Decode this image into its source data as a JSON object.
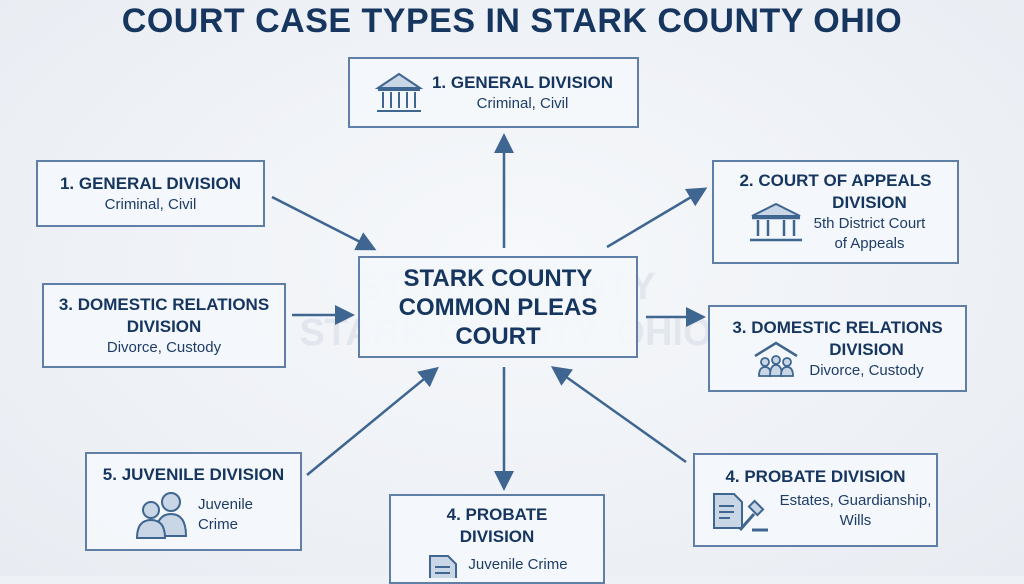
{
  "title": "COURT CASE TYPES IN STARK COUNTY OHIO",
  "watermark": [
    "STARK COUNTY",
    "STARK COUNTY, OHIO"
  ],
  "center": {
    "lines": [
      "STARK COUNTY",
      "COMMON PLEAS",
      "COURT"
    ]
  },
  "boxes": {
    "top": {
      "title": "1. GENERAL DIVISION",
      "sub": "Criminal, Civil",
      "icon": "courthouse-icon"
    },
    "left1": {
      "title": "1. GENERAL DIVISION",
      "sub": "Criminal, Civil"
    },
    "left2": {
      "title1": "3. DOMESTIC RELATIONS",
      "title2": "DIVISION",
      "sub": "Divorce, Custody"
    },
    "left3": {
      "title": "5. JUVENILE DIVISION",
      "sub1": "Juvenile",
      "sub2": "Crime",
      "icon": "people-icon"
    },
    "bottom": {
      "title1": "4. PROBATE",
      "title2": "DIVISION",
      "sub": "Juvenile Crime",
      "icon": "document-icon"
    },
    "right1": {
      "title1": "2. COURT OF APPEALS",
      "title2": "DIVISION",
      "sub1": "5th District Court",
      "sub2": "of Appeals",
      "icon": "courthouse-icon"
    },
    "right2": {
      "title1": "3. DOMESTIC RELATIONS",
      "title2": "DIVISION",
      "sub": "Divorce, Custody",
      "icon": "family-home-icon"
    },
    "right3": {
      "title": "4. PROBATE DIVISION",
      "sub1": "Estates, Guardianship,",
      "sub2": "Wills",
      "icon": "document-gavel-icon"
    }
  },
  "colors": {
    "text": "#16365f",
    "border": "#5f7fa6",
    "arrow": "#3f6690"
  }
}
